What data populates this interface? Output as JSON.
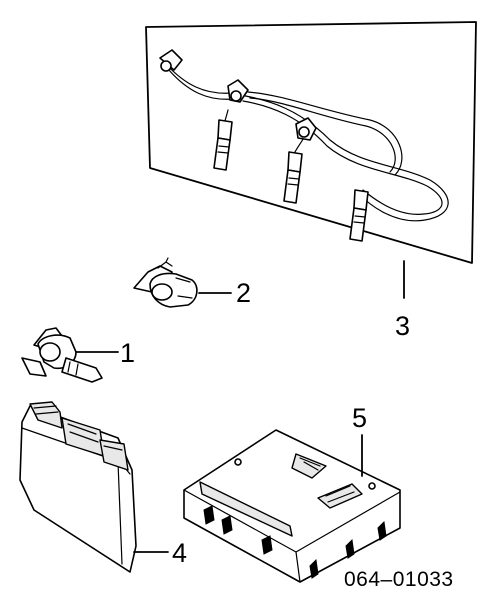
{
  "callouts": {
    "item_1": "1",
    "item_2": "2",
    "item_3": "3",
    "item_4": "4",
    "item_5": "5"
  },
  "diagram_id": "064–01033",
  "colors": {
    "line": "#000000",
    "background": "#ffffff"
  }
}
